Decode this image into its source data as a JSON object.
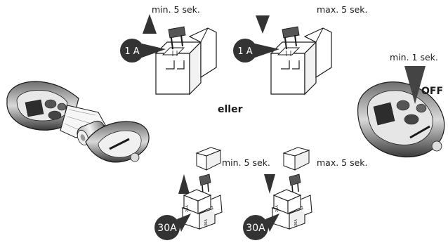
{
  "top_left": {
    "time": "min. 5 sek.",
    "fuse": "1 A"
  },
  "top_right": {
    "time": "max. 5 sek.",
    "fuse": "1 A"
  },
  "center": {
    "or_word": "eller"
  },
  "bottom_left": {
    "time": "min. 5 sek.",
    "fuse": "30A",
    "side_label_a": "20A",
    "side_label_b": "30A"
  },
  "bottom_right": {
    "time": "max. 5 sek.",
    "fuse": "30A",
    "side_label_a": "20A",
    "side_label_b": "30A"
  },
  "remote_right": {
    "time": "min. 1 sek.",
    "button": "OFF"
  },
  "colors": {
    "ink": "#1a1a1a",
    "fill_light": "#ffffff",
    "fill_mid": "#8c8c8c",
    "fill_dark": "#333333"
  }
}
